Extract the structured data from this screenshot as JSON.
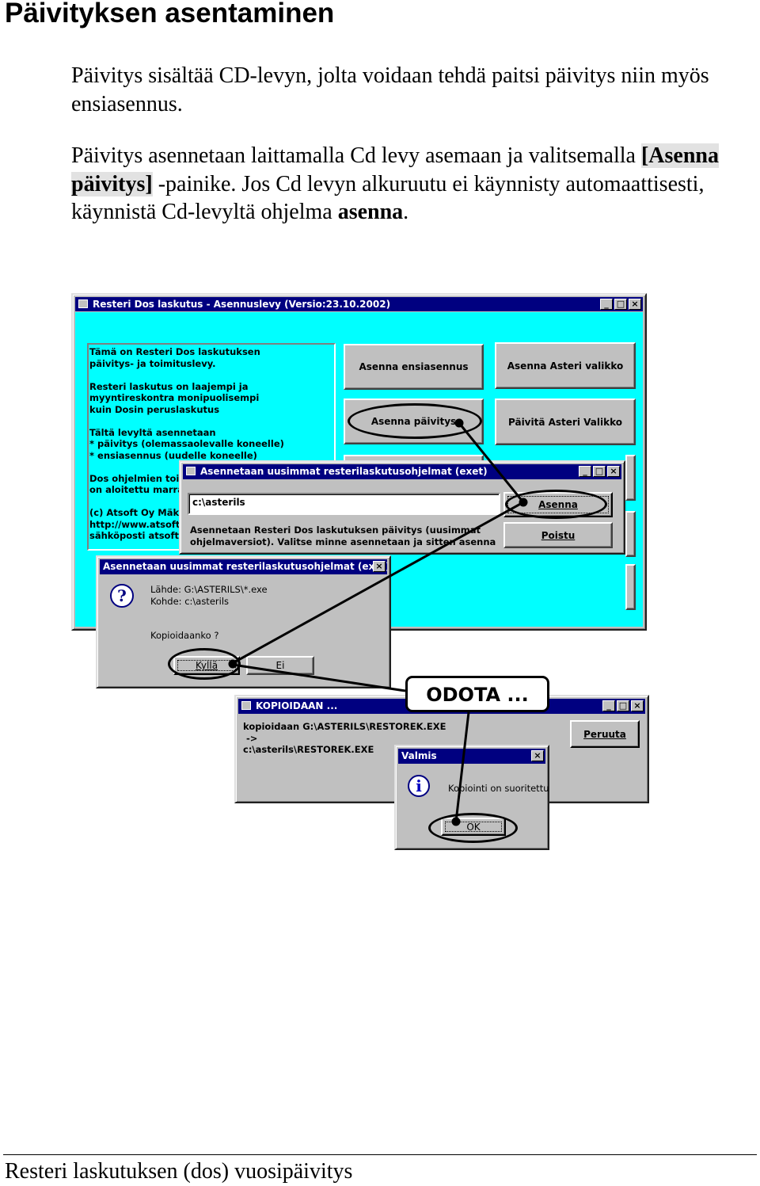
{
  "doc": {
    "title": "Päivityksen asentaminen",
    "p1": "Päivitys sisältää CD-levyn, jolta voidaan tehdä paitsi päivitys niin myös ensiasennus.",
    "p2_before": "Päivitys asennetaan laittamalla Cd levy asemaan ja valitsemalla ",
    "p2_button": "[Asenna päivitys]",
    "p2_middle": " -painike. Jos Cd levyn alkuruutu ei käynnisty automaattisesti, käynnistä Cd-levyltä ohjelma ",
    "p2_program": "asenna",
    "p2_end": ".",
    "footer": "Resteri laskutuksen (dos) vuosipäivitys"
  },
  "main_window": {
    "title": "Resteri Dos laskutus - Asennuslevy (Versio:23.10.2002)",
    "info_lines": [
      "Tämä on Resteri Dos laskutuksen",
      "päivitys- ja toimituslevy.",
      "",
      "Resteri laskutus on laajempi ja",
      "myyntireskontra monipuolisempi",
      "kuin Dosin peruslaskutus",
      "",
      "Tältä levyltä asennetaan",
      "* päivitys (olemassaolevalle koneelle)",
      "* ensiasennus (uudelle koneelle)",
      "",
      "Dos ohjelmien toim",
      "on aloitettu marra",
      "",
      "(c) Atsoft Oy Mäk",
      "http://www.atsoft",
      "sähköposti atsoft"
    ],
    "btn_ensiasennus": "Asenna ensiasennus",
    "btn_asteri": "Asenna Asteri valikko",
    "btn_paivitys": "Asenna päivitys",
    "btn_paivita_asteri": "Päivitä Asteri Valikko"
  },
  "install_dialog": {
    "title": "Asennetaan uusimmat resterilaskutusohjelmat (exet)",
    "path_value": "c:\\asterils",
    "btn_asenna": "Asenna",
    "btn_poistu": "Poistu",
    "desc_line1": "Asennetaan Resteri Dos laskutuksen päivitys (uusimmat",
    "desc_line2": "ohjelmaversiot). Valitse minne asennetaan ja sitten asenna"
  },
  "confirm_dialog": {
    "title": "Asennetaan uusimmat resterilaskutusohjelmat (exet)",
    "source": "Lähde: G:\\ASTERILS\\*.exe",
    "target": "Kohde: c:\\asterils",
    "question": "Kopioidaanko ?",
    "btn_yes": "Kyllä",
    "btn_no": "Ei"
  },
  "odota_label": "ODOTA ...",
  "copy_window": {
    "title": "KOPIOIDAAN ...",
    "line1": "kopioidaan G:\\ASTERILS\\RESTOREK.EXE",
    "line2": " ->",
    "line3": "c:\\asterils\\RESTOREK.EXE",
    "btn_cancel": "Peruuta"
  },
  "done_dialog": {
    "title": "Valmis",
    "message": "Kopiointi on suoritettu",
    "btn_ok": "OK"
  },
  "colors": {
    "titlebar": "#000080",
    "desktop": "#00ffff",
    "face": "#c0c0c0"
  }
}
